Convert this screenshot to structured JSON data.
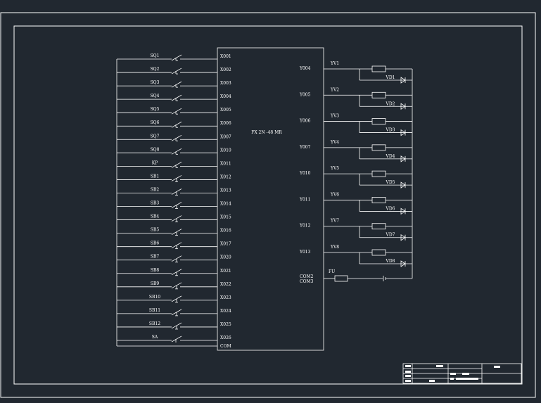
{
  "plc": {
    "model": "FX 2N -48 MR"
  },
  "inputs": [
    {
      "device": "SQ1",
      "terminal": "X001",
      "kind": "limit"
    },
    {
      "device": "SQ2",
      "terminal": "X002",
      "kind": "limit"
    },
    {
      "device": "SQ3",
      "terminal": "X003",
      "kind": "limit"
    },
    {
      "device": "SQ4",
      "terminal": "X004",
      "kind": "limit"
    },
    {
      "device": "SQ5",
      "terminal": "X005",
      "kind": "limit"
    },
    {
      "device": "SQ6",
      "terminal": "X006",
      "kind": "limit"
    },
    {
      "device": "SQ7",
      "terminal": "X007",
      "kind": "limit"
    },
    {
      "device": "SQ8",
      "terminal": "X010",
      "kind": "limit"
    },
    {
      "device": "KP",
      "terminal": "X011",
      "kind": "limit"
    },
    {
      "device": "SB1",
      "terminal": "X012",
      "kind": "button"
    },
    {
      "device": "SB2",
      "terminal": "X013",
      "kind": "button"
    },
    {
      "device": "SB3",
      "terminal": "X014",
      "kind": "button"
    },
    {
      "device": "SB4",
      "terminal": "X015",
      "kind": "button"
    },
    {
      "device": "SB5",
      "terminal": "X016",
      "kind": "button"
    },
    {
      "device": "SB6",
      "terminal": "X017",
      "kind": "button"
    },
    {
      "device": "SB7",
      "terminal": "X020",
      "kind": "button"
    },
    {
      "device": "SB8",
      "terminal": "X021",
      "kind": "button"
    },
    {
      "device": "SB9",
      "terminal": "X022",
      "kind": "button"
    },
    {
      "device": "SB10",
      "terminal": "X023",
      "kind": "button"
    },
    {
      "device": "SB11",
      "terminal": "X024",
      "kind": "button"
    },
    {
      "device": "SB12",
      "terminal": "X025",
      "kind": "button"
    },
    {
      "device": "SA",
      "terminal": "X026",
      "kind": "selector"
    }
  ],
  "input_common": "COM",
  "outputs": [
    {
      "terminal": "Y004",
      "valve": "YV1",
      "diode": "VD1"
    },
    {
      "terminal": "Y005",
      "valve": "YV2",
      "diode": "VD2"
    },
    {
      "terminal": "Y006",
      "valve": "YV3",
      "diode": "VD3"
    },
    {
      "terminal": "Y007",
      "valve": "YV4",
      "diode": "VD4"
    },
    {
      "terminal": "Y010",
      "valve": "YV5",
      "diode": "VD5"
    },
    {
      "terminal": "Y011",
      "valve": "YV6",
      "diode": "VD6"
    },
    {
      "terminal": "Y012",
      "valve": "YV7",
      "diode": "VD7"
    },
    {
      "terminal": "Y013",
      "valve": "YV8",
      "diode": "VD8"
    }
  ],
  "output_common": {
    "com2": "COM2",
    "com3": "COM3",
    "fuse": "FU"
  }
}
